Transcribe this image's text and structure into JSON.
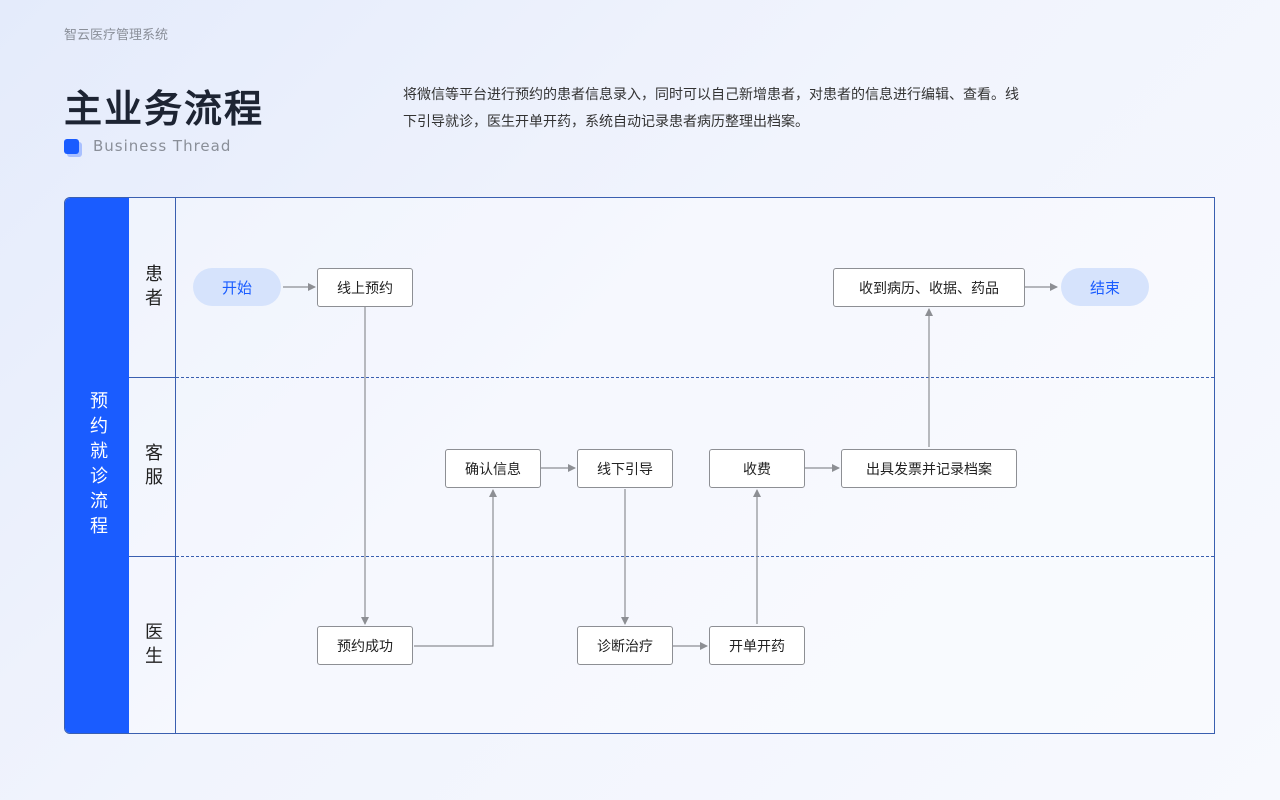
{
  "header": {
    "app_name": "智云医疗管理系统",
    "title": "主业务流程",
    "subtitle": "Business Thread",
    "description": "将微信等平台进行预约的患者信息录入，同时可以自己新增患者，对患者的信息进行编辑、查看。线下引导就诊，医生开单开药，系统自动记录患者病历整理出档案。"
  },
  "diagram": {
    "process_label": "预约就诊流程",
    "lanes": [
      "患者",
      "客服",
      "医生"
    ],
    "nodes": {
      "start": "开始",
      "online_booking": "线上预约",
      "receive_records": "收到病历、收据、药品",
      "end": "结束",
      "confirm_info": "确认信息",
      "offline_guide": "线下引导",
      "charge": "收费",
      "invoice_archive": "出具发票并记录档案",
      "booking_success": "预约成功",
      "diagnosis": "诊断治疗",
      "prescribe": "开单开药"
    },
    "colors": {
      "accent": "#1a5cff",
      "line": "#3a5fb0",
      "arrow": "#8d8f94"
    }
  }
}
